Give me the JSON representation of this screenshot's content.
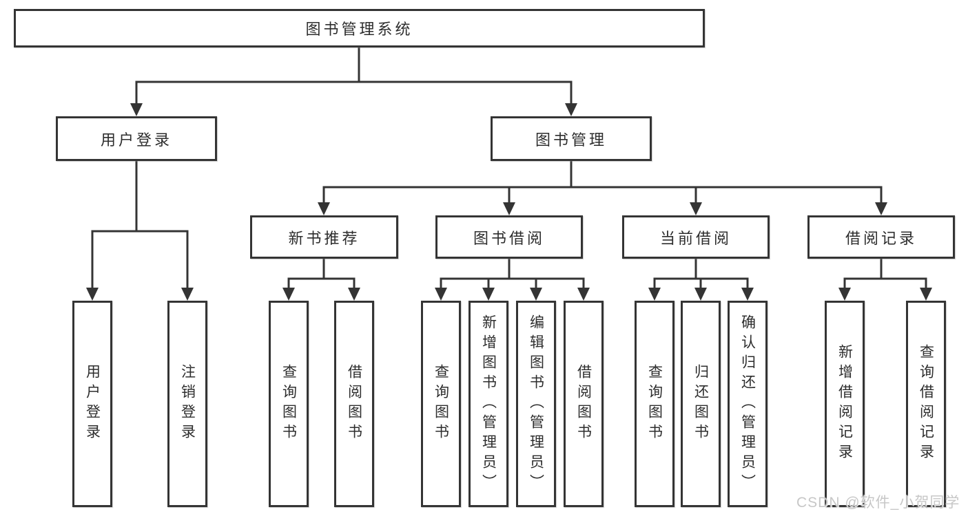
{
  "diagram": {
    "root": "图书管理系统",
    "level2": [
      {
        "label": "用户登录"
      },
      {
        "label": "图书管理"
      }
    ],
    "level3": [
      {
        "label": "新书推荐"
      },
      {
        "label": "图书借阅"
      },
      {
        "label": "当前借阅"
      },
      {
        "label": "借阅记录"
      }
    ],
    "leaves": {
      "user_login": [
        "用户登录",
        "注销登录"
      ],
      "new_book": [
        "查询图书",
        "借阅图书"
      ],
      "borrowing": [
        "查询图书",
        "新增图书（管理员）",
        "编辑图书（管理员）",
        "借阅图书"
      ],
      "current": [
        "查询图书",
        "归还图书",
        "确认归还（管理员）"
      ],
      "records": [
        "新增借阅记录",
        "查询借阅记录"
      ]
    }
  },
  "watermark": {
    "text": "CSDN @软件_小贺同学"
  },
  "colors": {
    "line": "#343434",
    "box_border": "#343434",
    "box_fill": "#ffffff",
    "text": "#2d2d2d",
    "watermark": "#c7c7c7"
  }
}
